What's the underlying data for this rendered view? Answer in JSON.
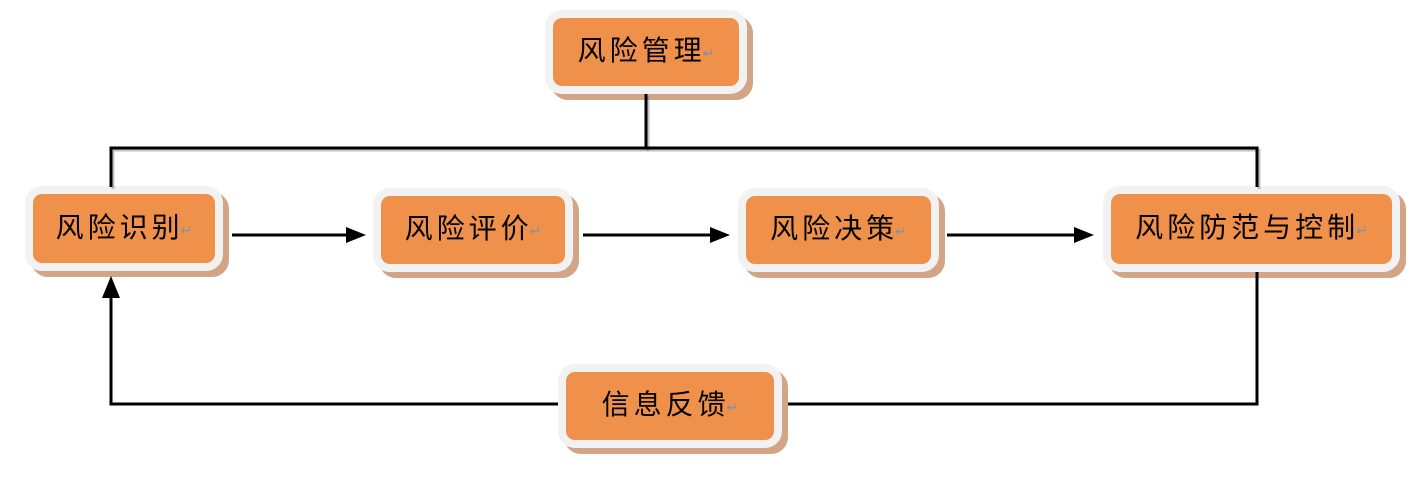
{
  "diagram": {
    "type": "flowchart",
    "background_color": "#FFFFFF",
    "node_fill_color": "#F0914B",
    "node_border_color": "#F2F2F2",
    "node_shadow_color": "#D2A586",
    "connector_color": "#000000",
    "label_color": "#000000",
    "return_mark": "↵",
    "return_mark_color": "#8092A8",
    "nodes": [
      {
        "id": "risk-management",
        "label": "风险管理"
      },
      {
        "id": "risk-identification",
        "label": "风险识别"
      },
      {
        "id": "risk-evaluation",
        "label": "风险评价"
      },
      {
        "id": "risk-decision",
        "label": "风险决策"
      },
      {
        "id": "risk-prevention-control",
        "label": "风险防范与控制"
      },
      {
        "id": "information-feedback",
        "label": "信息反馈"
      }
    ],
    "edges": [
      {
        "from": "风险管理",
        "to": "风险识别",
        "style": "plain-line"
      },
      {
        "from": "风险管理",
        "to": "风险防范与控制",
        "style": "plain-line"
      },
      {
        "from": "风险识别",
        "to": "风险评价",
        "style": "arrow"
      },
      {
        "from": "风险评价",
        "to": "风险决策",
        "style": "arrow"
      },
      {
        "from": "风险决策",
        "to": "风险防范与控制",
        "style": "arrow"
      },
      {
        "from": "风险防范与控制",
        "to": "风险识别",
        "style": "arrow",
        "via": "信息反馈"
      }
    ]
  }
}
